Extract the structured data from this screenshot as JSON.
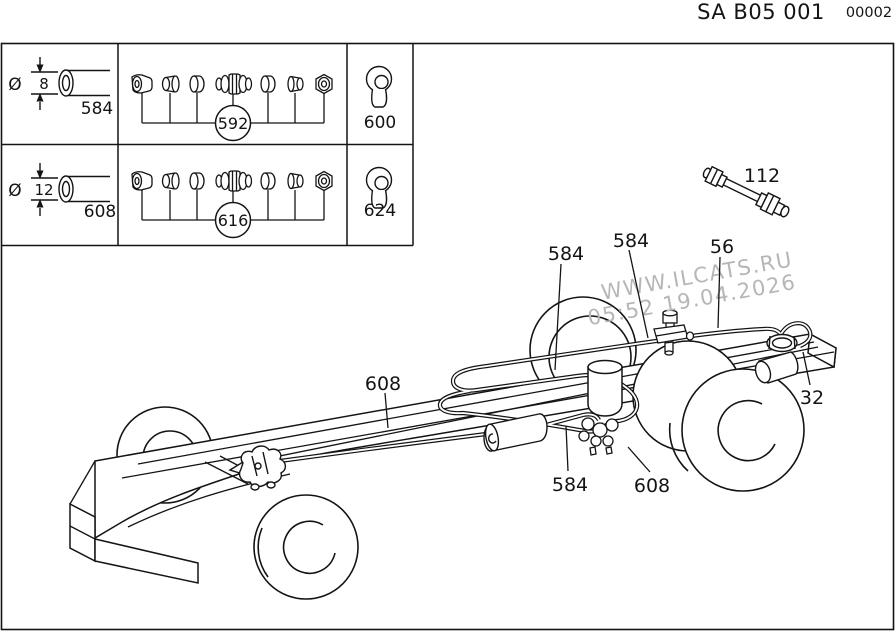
{
  "header": {
    "code": "SA B05 001",
    "page_number": "00002"
  },
  "legend": {
    "rows": [
      {
        "diameter_symbol": "Ø",
        "diameter_value": "8",
        "pipe_label": "584",
        "fitting_set_label": "592",
        "banjo_label": "600"
      },
      {
        "diameter_symbol": "Ø",
        "diameter_value": "12",
        "pipe_label": "608",
        "fitting_set_label": "616",
        "banjo_label": "624"
      }
    ]
  },
  "diagram": {
    "callouts": {
      "hose_112": "112",
      "pipe_front_upper": "584",
      "pipe_center_upper": "584",
      "frame_56": "56",
      "rear_valve_32": "32",
      "long_pipe_608": "608",
      "bottom_pipe_584": "584",
      "bottom_pipe_608": "608"
    },
    "watermark": {
      "line1": "WWW.ILCATS.RU",
      "line2": "05:52 19.04.2026"
    }
  },
  "colors": {
    "line": "#141414",
    "background": "#ffffff",
    "watermark": "#b6b6b6"
  }
}
